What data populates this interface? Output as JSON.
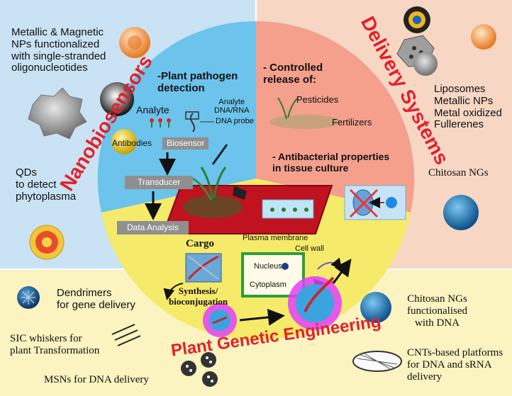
{
  "colors": {
    "left_quadrant": "#c9e3f4",
    "right_quadrant": "#f7d7c4",
    "bottom_band": "#fbf3c0",
    "circle_blue": "#6cc3ec",
    "circle_salmon": "#f4a08d",
    "circle_yellow": "#f6ea6a",
    "title_red": "#e4202a",
    "gray_box": "#8f8f8f"
  },
  "titles": {
    "nanobiosensors": "Nanobiosensors",
    "delivery_systems": "Delivery Systems",
    "plant_genetic_engineering": "Plant Genetic Engineering"
  },
  "left_panel": {
    "metallic_nps": "Metallic & Magnetic\nNPs functionalized\nwith single-stranded\noligonucleotides",
    "qds": "QDs\nto detect\nphytoplasma"
  },
  "right_panel": {
    "list": "Liposomes\nMetallic NPs\nMetal oxidized\nFullerenes",
    "chitosan": "Chitosan NGs"
  },
  "sensor": {
    "pathogen_detection": "-Plant pathogen\ndetection",
    "analyte": "Analyte",
    "analyte_dna": "Analyte\nDNA/RNA",
    "dna_probe": "DNA probe",
    "antibodies": "Antibodies",
    "biosensor": "Biosensor",
    "transducer": "Transducer",
    "data_analysis": "Data Analysis"
  },
  "delivery": {
    "controlled_release": "- Controlled\nrelease of:",
    "pesticides": "Pesticides",
    "fertilizers": "Fertilizers",
    "antibacterial": "- Antibacterial properties\nin tissue culture"
  },
  "genetic": {
    "cargo": "Cargo",
    "synthesis": "Synthesis/\nbioconjugation",
    "plasma_membrane": "Plasma membrane",
    "cell_wall": "Cell wall",
    "nucleus": "Nucleus",
    "cytoplasm": "Cytoplasm"
  },
  "bottom_left": {
    "dendrimers": "Dendrimers\nfor gene delivery",
    "sic": "SIC whiskers for\nplant Transformation",
    "msns": "MSNs for DNA delivery"
  },
  "bottom_right": {
    "chitosan_dna": "Chitosan NGs\nfunctionalised\nwith DNA",
    "cnts": "CNTs-based platforms\nfor DNA and sRNA\ndelivery"
  }
}
